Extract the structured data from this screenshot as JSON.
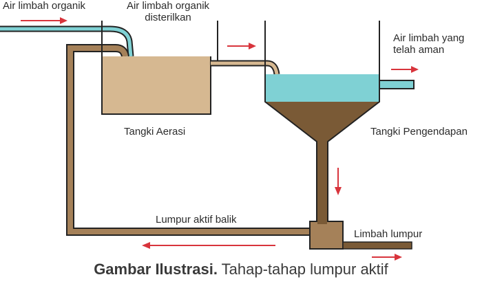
{
  "labels": {
    "inflow": "Air limbah organik",
    "sterilized": "Air limbah organik\ndisterilkan",
    "aeration_tank": "Tangki Aerasi",
    "settling_tank": "Tangki Pengendapan",
    "safe_water": "Air limbah yang\ntelah aman",
    "return_sludge": "Lumpur aktif balik",
    "waste_sludge": "Limbah lumpur"
  },
  "caption": {
    "bold": "Gambar Ilustrasi.",
    "text": " Tahap-tahap lumpur aktif"
  },
  "colors": {
    "water": "#7fd1d4",
    "sludge": "#7a5a36",
    "sludge_pipe": "#a58159",
    "aeration": "#d6b891",
    "outline": "#222222",
    "arrow": "#d8343c",
    "pipe_blue_fill": "#7fd1d4"
  }
}
